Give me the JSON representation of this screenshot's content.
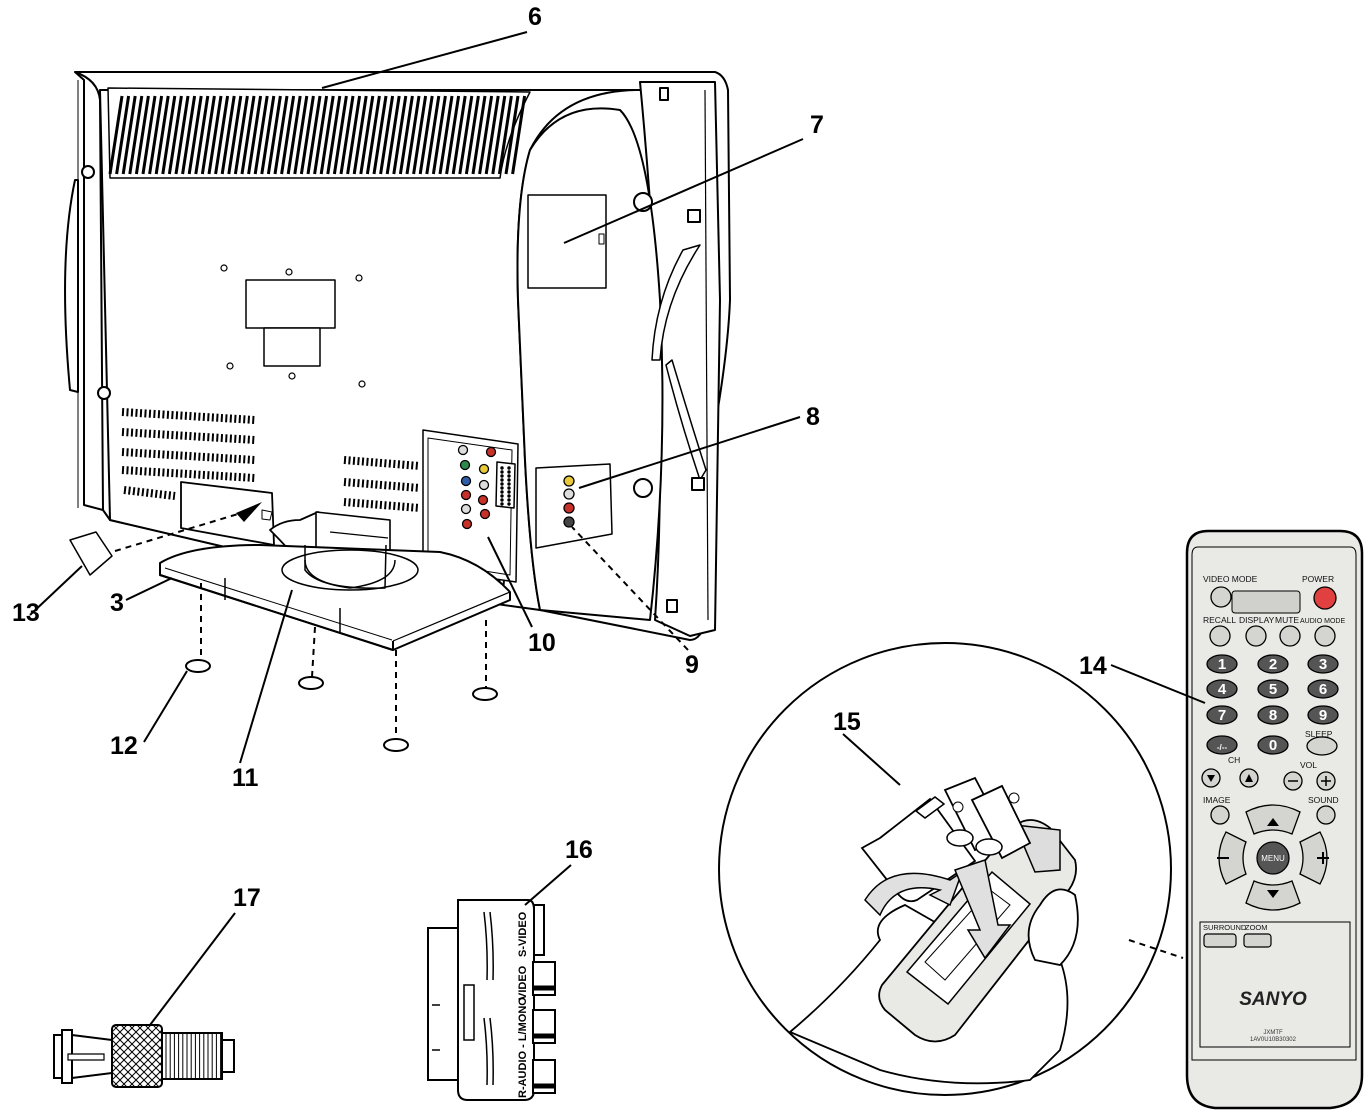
{
  "callouts": [
    {
      "id": "3",
      "label": "3"
    },
    {
      "id": "6",
      "label": "6"
    },
    {
      "id": "7",
      "label": "7"
    },
    {
      "id": "8",
      "label": "8"
    },
    {
      "id": "9",
      "label": "9"
    },
    {
      "id": "10",
      "label": "10"
    },
    {
      "id": "11",
      "label": "11"
    },
    {
      "id": "12",
      "label": "12"
    },
    {
      "id": "13",
      "label": "13"
    },
    {
      "id": "14",
      "label": "14"
    },
    {
      "id": "15",
      "label": "15"
    },
    {
      "id": "16",
      "label": "16"
    },
    {
      "id": "17",
      "label": "17"
    }
  ],
  "remote": {
    "video_mode": "VIDEO MODE",
    "power": "POWER",
    "recall": "RECALL",
    "display": "DISPLAY",
    "mute": "MUTE",
    "audio_mode": "AUDIO MODE",
    "digits": [
      "1",
      "2",
      "3",
      "4",
      "5",
      "6",
      "7",
      "8",
      "9",
      "-/--",
      "0"
    ],
    "sleep": "SLEEP",
    "ch": "CH",
    "vol": "VOL",
    "image": "IMAGE",
    "sound": "SOUND",
    "menu": "MENU",
    "surround": "SURROUND",
    "zoom": "ZOOM",
    "brand": "SANYO",
    "model": "JXMTF",
    "model_code": "1AV0U10B30302"
  },
  "scart_adapter": {
    "labels": [
      "S-VIDEO",
      "VIDEO",
      "R-AUDIO - L/MONO"
    ]
  },
  "colors": {
    "remote_body": "#e9e9e6",
    "button_dark": "#555555",
    "button_light": "#d4d4d1",
    "power_button": "#e04040",
    "jack_yellow": "#e8c93a",
    "jack_red": "#c8302a",
    "jack_white": "#dddddd",
    "jack_green": "#2e8a4a",
    "jack_blue": "#2f5fa8"
  }
}
